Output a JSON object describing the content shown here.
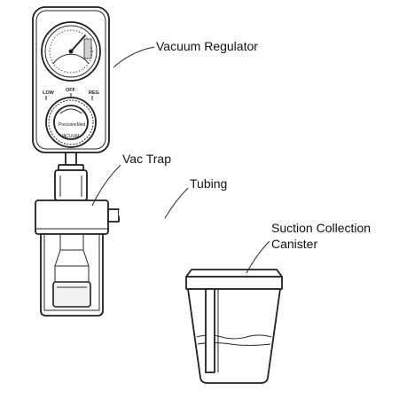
{
  "labels": {
    "vacuum_regulator": "Vacuum Regulator",
    "vac_trap": "Vac Trap",
    "tubing": "Tubing",
    "suction_canister_line1": "Suction Collection",
    "suction_canister_line2": "Canister"
  },
  "regulator_panel": {
    "mode_left": "LOW",
    "mode_mid": "OFF",
    "mode_right": "REG",
    "knob_brand": "PrecisionMed",
    "knob_label": "VACUUM"
  },
  "colors": {
    "line": "#1f1f1f",
    "background": "#ffffff"
  }
}
